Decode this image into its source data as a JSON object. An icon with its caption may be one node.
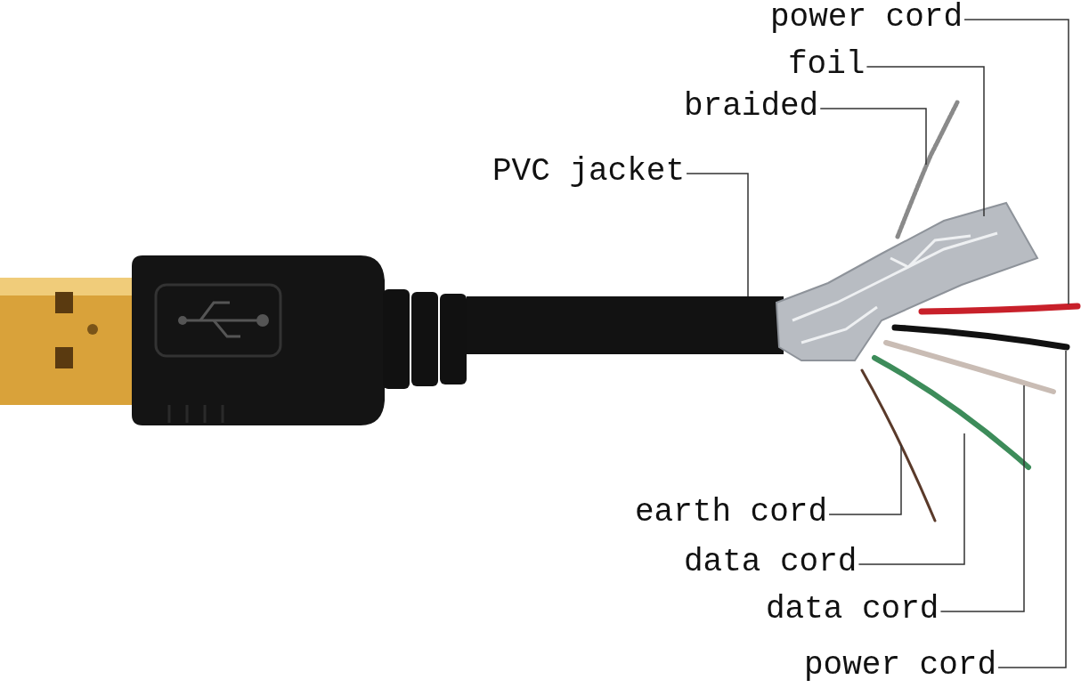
{
  "diagram": {
    "nodes": [
      {
        "text": [
          "power cord"
        ]
      },
      {
        "text": [
          "foil"
        ]
      },
      {
        "text": [
          "braided"
        ]
      },
      {
        "text": [
          "PVC jacket"
        ]
      },
      {
        "text": [
          "earth cord"
        ]
      },
      {
        "text": [
          "data cord"
        ]
      },
      {
        "text": [
          "data cord"
        ]
      },
      {
        "text": [
          "power cord"
        ]
      },
      {
        "text": [],
        "shape": "line"
      },
      {
        "text": [],
        "shape": "picture"
      },
      {
        "text": [],
        "shape": "line"
      },
      {
        "text": [],
        "shape": "bar"
      },
      {
        "text": [],
        "shape": "line"
      },
      {
        "text": [],
        "shape": "line"
      },
      {
        "text": [],
        "shape": "line"
      },
      {
        "text": [],
        "shape": "line"
      }
    ],
    "edges": [
      {
        "from": 0,
        "to": 8,
        "arrow": "none"
      },
      {
        "from": 1,
        "to": 9,
        "arrow": "none"
      },
      {
        "from": 2,
        "to": 10,
        "arrow": "none"
      },
      {
        "from": 3,
        "to": 11,
        "arrow": "none"
      },
      {
        "from": 4,
        "to": 12,
        "arrow": "none"
      },
      {
        "from": 5,
        "to": 13,
        "arrow": "none"
      },
      {
        "from": 6,
        "to": 14,
        "arrow": "none"
      },
      {
        "from": 7,
        "to": 15,
        "arrow": "none"
      }
    ]
  }
}
